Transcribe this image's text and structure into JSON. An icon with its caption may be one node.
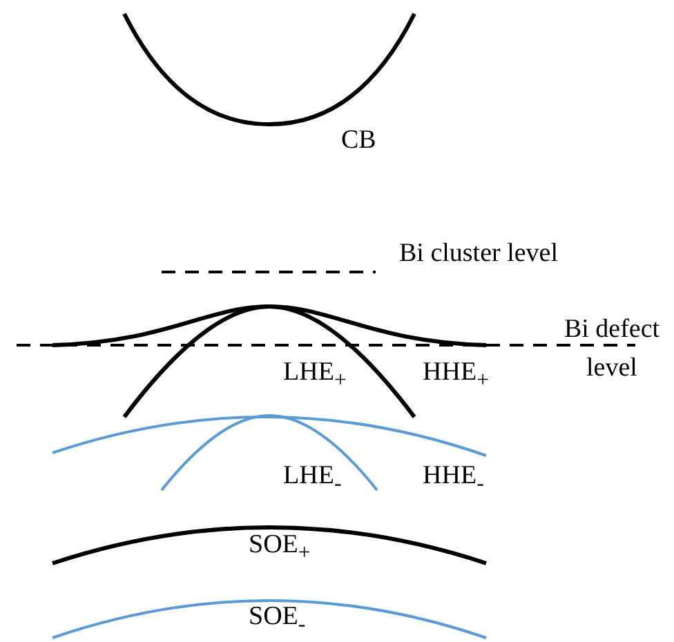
{
  "diagram": {
    "labels": [
      "CB",
      "Bi cluster level",
      "Bi defect level",
      "LHE$_{+}$",
      "HHE$_{+}$",
      "LHE$_{-}$",
      "HHE$_{-}$",
      "SOE$_{+}$",
      "SOE$_{-}$"
    ]
  }
}
